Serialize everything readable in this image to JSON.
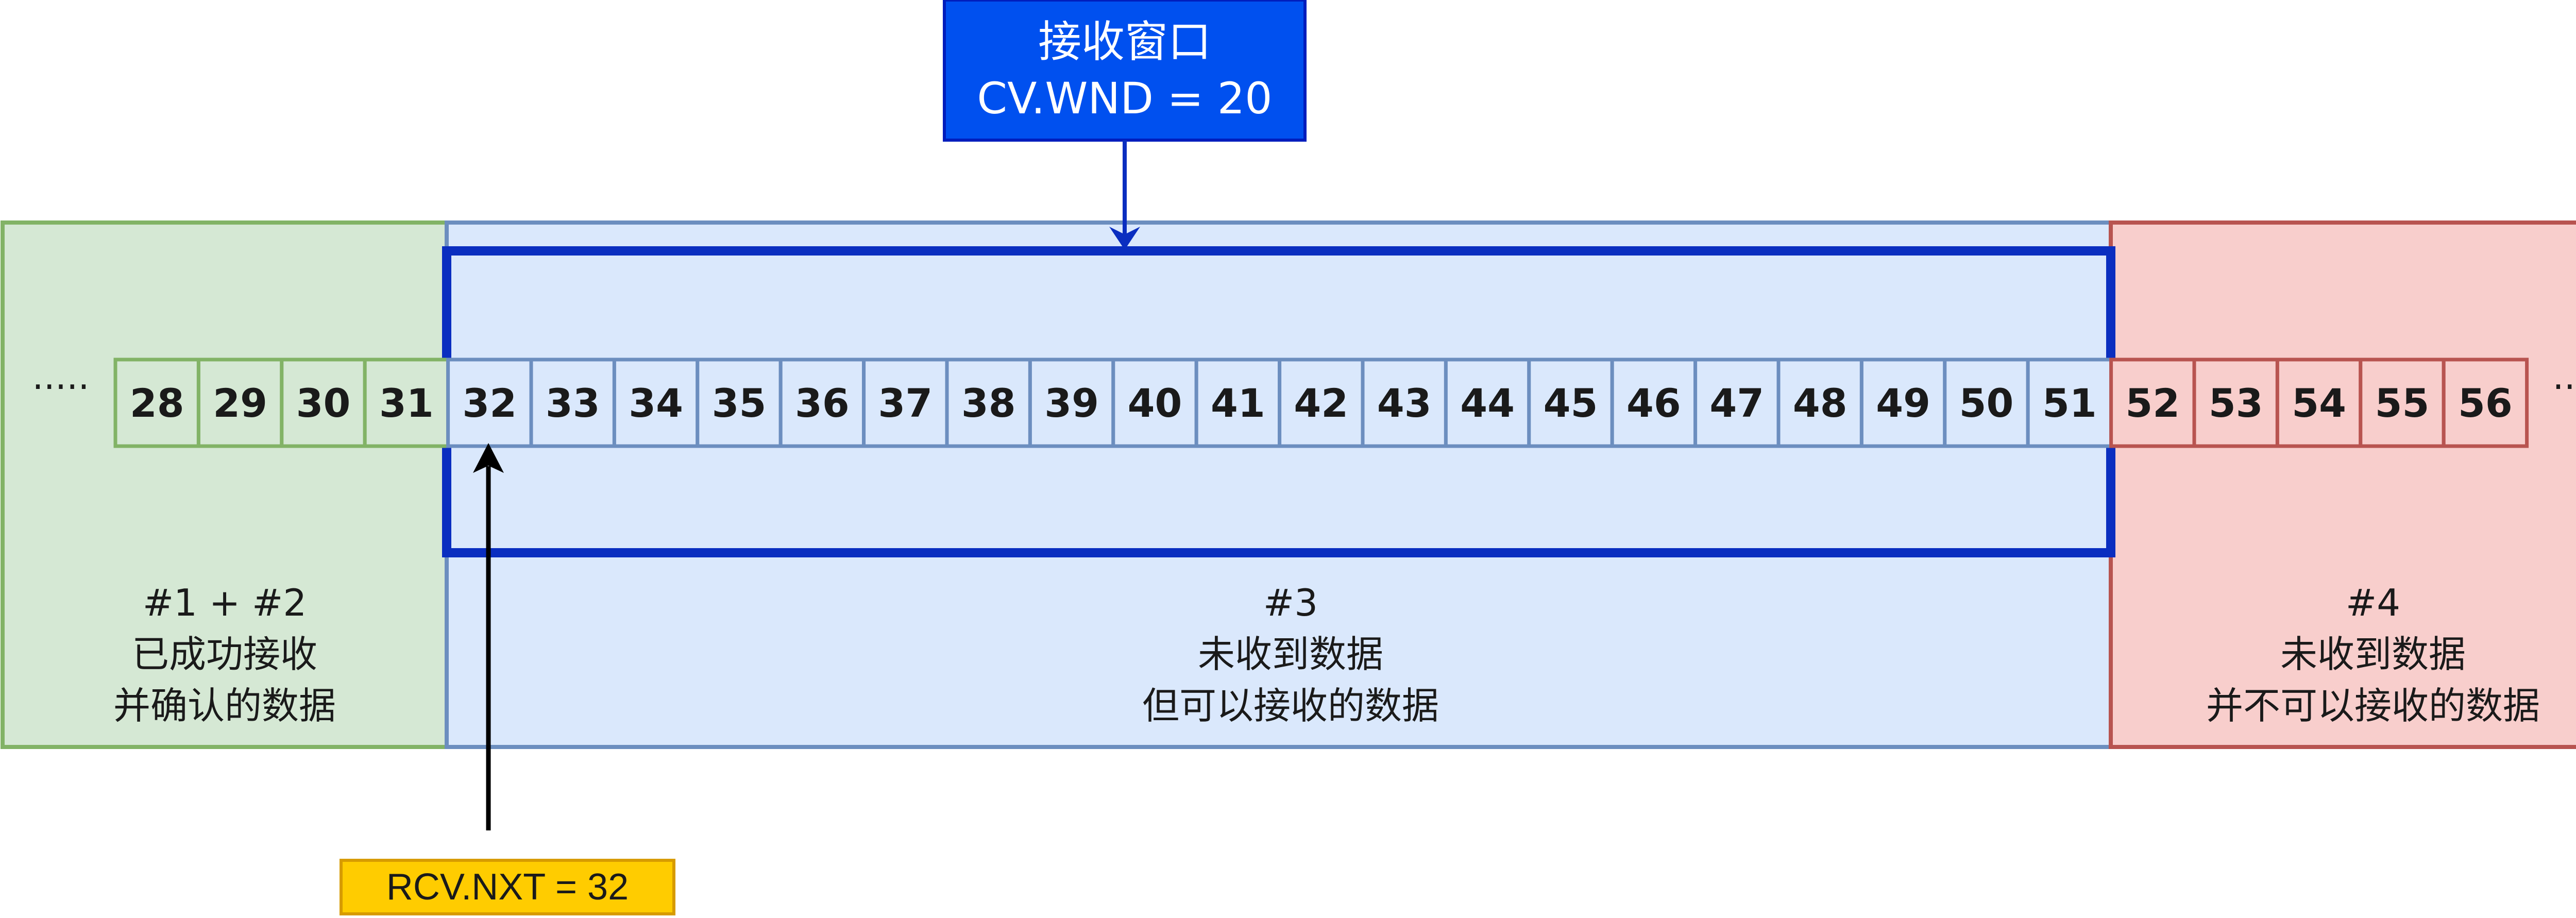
{
  "window_box": {
    "title": "接收窗口",
    "subtitle": "CV.WND = 20"
  },
  "pointer_label": "RCV.NXT = 32",
  "ellipsis_left": "·····",
  "ellipsis_right": "·····",
  "regions": {
    "received": {
      "lines": [
        "#1 + #2",
        "已成功接收",
        "并确认的数据"
      ],
      "fill": "#d5e8d4",
      "stroke": "#82b366"
    },
    "receivable": {
      "lines": [
        "#3",
        "未收到数据",
        "但可以接收的数据"
      ],
      "fill": "#dae8fc",
      "stroke": "#6c8ebf"
    },
    "not_receivable": {
      "lines": [
        "#4",
        "未收到数据",
        "并不可以接收的数据"
      ],
      "fill": "#f8cecc",
      "stroke": "#b85450"
    }
  },
  "sequence": {
    "received": [
      "28",
      "29",
      "30",
      "31"
    ],
    "receivable": [
      "32",
      "33",
      "34",
      "35",
      "36",
      "37",
      "38",
      "39",
      "40",
      "41",
      "42",
      "43",
      "44",
      "45",
      "46",
      "47",
      "48",
      "49",
      "50",
      "51"
    ],
    "not_receivable": [
      "52",
      "53",
      "54",
      "55",
      "56"
    ]
  },
  "colors": {
    "window_fill": "#0050ef",
    "window_stroke": "#001dbc",
    "window_frame": "#0a2ec0",
    "note_fill": "#ffcc00",
    "note_stroke": "#d79b00"
  }
}
